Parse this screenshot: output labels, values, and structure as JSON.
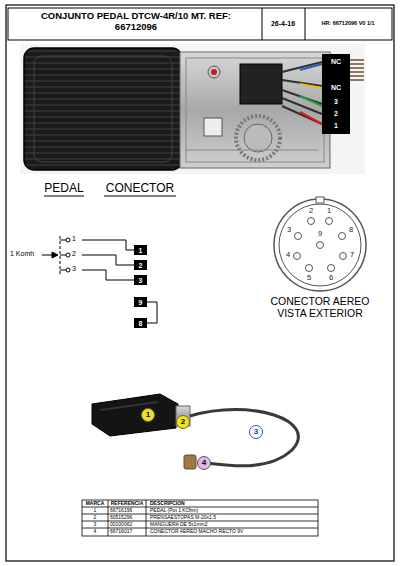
{
  "diagram": {
    "title": "CONJUNTO PEDAL DTCW-4R/10 MT. REF: 66712096",
    "nodes": [
      {
        "text": [
          "1"
        ]
      },
      {
        "text": [
          "2"
        ]
      },
      {
        "text": [
          "3"
        ]
      },
      {
        "text": [
          "9"
        ]
      },
      {
        "text": [
          "8"
        ]
      },
      {
        "text": [
          "1"
        ]
      },
      {
        "text": [
          "2"
        ]
      },
      {
        "text": [
          "3"
        ]
      },
      {
        "text": [
          "4"
        ]
      }
    ],
    "edges": [
      {
        "from": 3,
        "to": 4,
        "arrow": "none"
      }
    ],
    "labels": [
      "26-4-16",
      "HR: 66712096 V0 1/1",
      "NC",
      "NC",
      "3",
      "2",
      "1",
      "PEDAL",
      "CONECTOR",
      "1 Komh",
      "1",
      "2",
      "3",
      "2",
      "1",
      "3",
      "8",
      "4",
      "9",
      "7",
      "5",
      "6",
      "CONECTOR AEREO VISTA EXTERIOR",
      "MARCA",
      "REFERENCIA",
      "DESCRIPCION",
      "1",
      "66716196",
      "PEDAL (Pot 1 KOhm)",
      "2",
      "60515296",
      "PRENSAESTOPAS M-20x1.5",
      "3",
      "00100062",
      "MANGUERA DE 5x1mm2",
      "4",
      "66716017",
      "CONECTOR AEREO MACHO RECTO 9V"
    ]
  }
}
